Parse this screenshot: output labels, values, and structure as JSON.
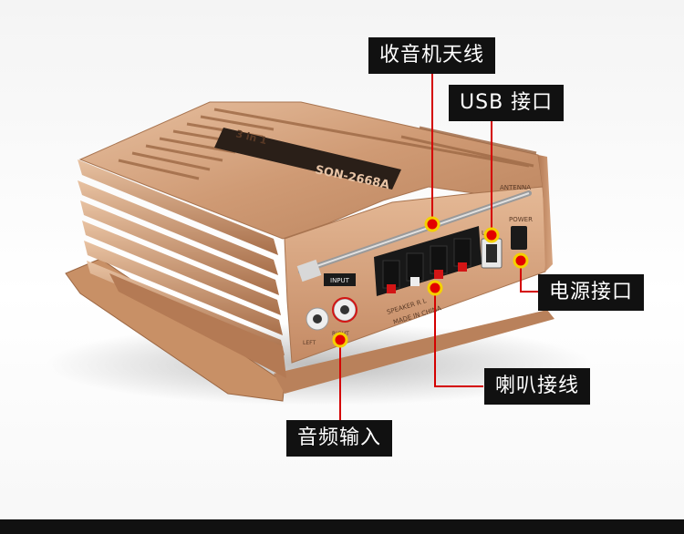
{
  "callouts": {
    "antenna": "收音机天线",
    "usb": "USB 接口",
    "power": "电源接口",
    "speaker": "喇叭接线",
    "audio_in": "音频输入"
  },
  "device": {
    "model": "SON-2668A",
    "badge": "3 in 1",
    "antenna_mark": "ANTENNA",
    "power_mark": "POWER",
    "input_mark": "INPUT",
    "usb_mark": "USB",
    "speaker_mark": "SPEAKER R L",
    "made_in": "MADE IN CHINA",
    "left_mark": "LEFT",
    "right_mark": "RIGHT"
  },
  "colors": {
    "label_bg": "#111111",
    "marker": "#e30000",
    "marker_ring": "#f5d000",
    "body": "#c9926a"
  }
}
